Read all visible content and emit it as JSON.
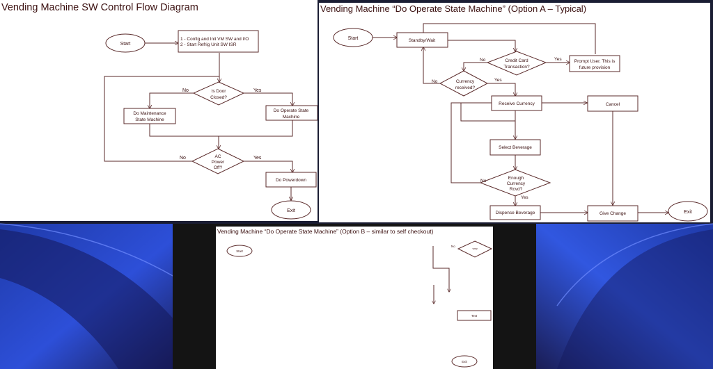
{
  "colors": {
    "title_text": "#3a0f0f",
    "shape_stroke": "#5a2a2a",
    "slide_bg": "#ffffff",
    "wallpaper_dark": "#1a1d33",
    "wallpaper_blue": "#2d4fd8"
  },
  "slide1": {
    "title": "Vending Machine SW Control Flow Diagram",
    "start": "Start",
    "config_line1": "1 - Config and Init VM SW and I/O",
    "config_line2": "2 - Start Refrig Unit SW ISR",
    "door_line1": "Is Door",
    "door_line2": "Closed?",
    "no1": "No",
    "yes1": "Yes",
    "maint_line1": "Do Maintenance",
    "maint_line2": "State Machine",
    "operate_line1": "Do Operate State",
    "operate_line2": "Machine",
    "ac_line1": "AC",
    "ac_line2": "Power",
    "ac_line3": "Off?",
    "no2": "No",
    "yes2": "Yes",
    "powerdown": "Do Powerdown",
    "exit": "Exit"
  },
  "slide2": {
    "title": "Vending Machine “Do Operate State Machine” (Option A – Typical)",
    "start": "Start",
    "standby": "Standby/Wait",
    "credit_line1": "Credit Card",
    "credit_line2": "Transaction?",
    "credit_no": "No",
    "credit_yes": "Yes",
    "prompt_line1": "Prompt User.  This is",
    "prompt_line2": "future provision",
    "currency_line1": "Currency",
    "currency_line2": "received?",
    "currency_no": "No",
    "currency_yes": "Yes",
    "receive": "Receive  Currency",
    "cancel": "Cancel",
    "select": "Select Beverage",
    "enough_line1": "Enough",
    "enough_line2": "Currency",
    "enough_line3": "Rcvd?",
    "enough_no": "No",
    "enough_yes": "Yes",
    "dispense": "Dispense Beverage",
    "give_change": "Give Change",
    "exit": "Exit"
  },
  "slide3": {
    "title": "Vending Machine “Do Operate State Machine” (Option B – similar to self checkout)",
    "start": "Start",
    "no": "No",
    "unknown": "???",
    "small_box": "Text",
    "exit": "Exit"
  }
}
